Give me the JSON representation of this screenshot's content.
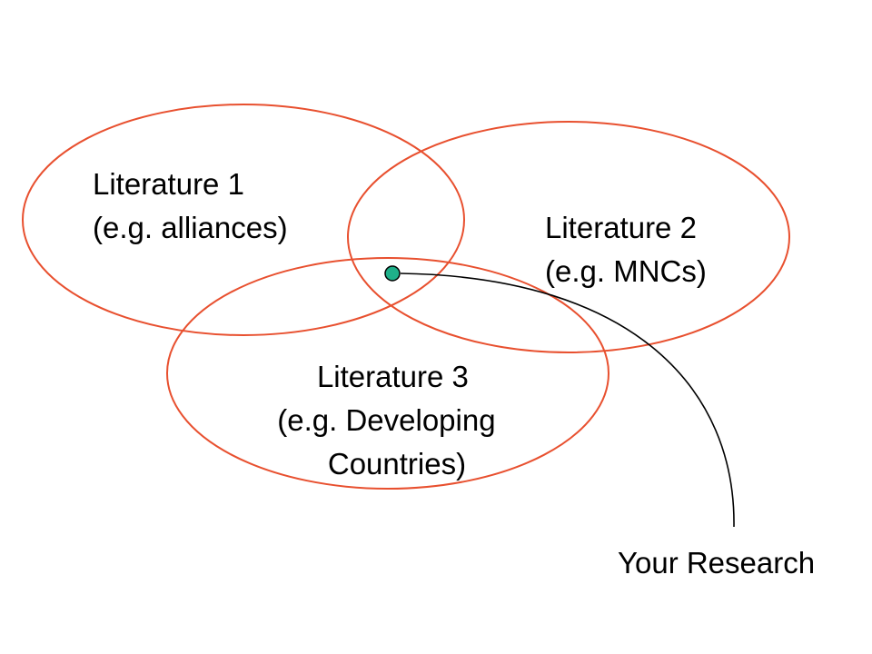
{
  "diagram": {
    "circles": [
      {
        "id": "lit1",
        "lines": [
          "Literature 1",
          "(e.g. alliances)"
        ]
      },
      {
        "id": "lit2",
        "lines": [
          "Literature 2",
          "(e.g. MNCs)"
        ]
      },
      {
        "id": "lit3",
        "lines": [
          "Literature 3",
          "(e.g. Developing",
          "Countries)"
        ]
      }
    ],
    "callout": {
      "label": "Your Research"
    }
  },
  "colors": {
    "circle_stroke": "#e8502f",
    "marker_fill": "#1fb08a",
    "marker_stroke": "#000000",
    "connector": "#000000",
    "text": "#000000"
  }
}
